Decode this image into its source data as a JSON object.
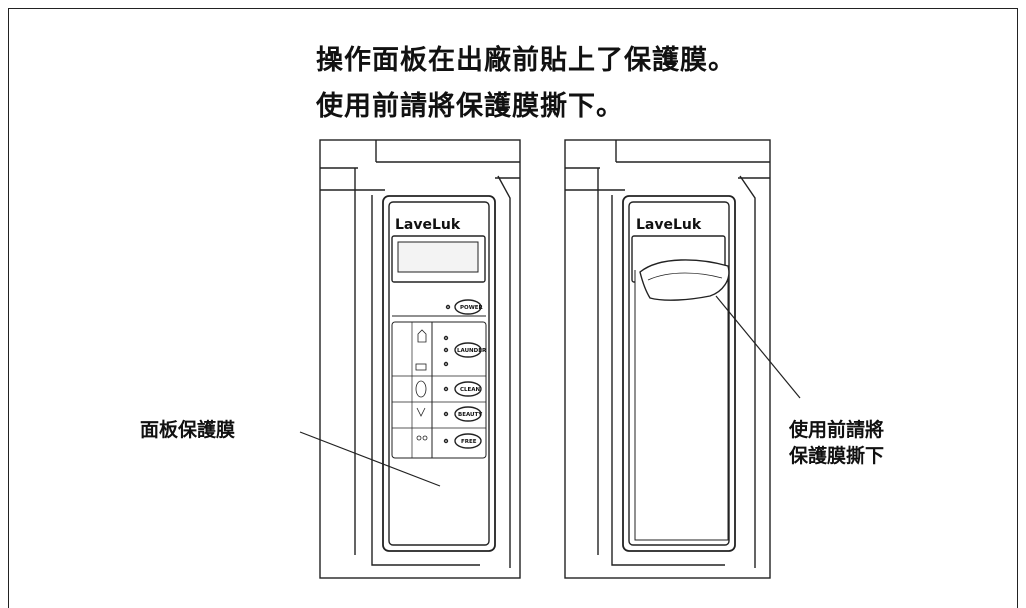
{
  "heading": {
    "line1": "操作面板在出廠前貼上了保護膜。",
    "line2": "使用前請將保護膜撕下。"
  },
  "callouts": {
    "panel_film": "面板保護膜",
    "remove_line1": "使用前請將",
    "remove_line2": "保護膜撕下"
  },
  "device": {
    "brand": "LaveLuk",
    "buttons": [
      "POWER",
      "LAUNDER",
      "CLEAN",
      "BEAUTY",
      "FREE"
    ]
  }
}
